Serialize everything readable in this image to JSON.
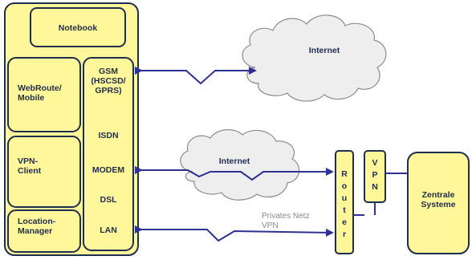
{
  "notebook": {
    "title": "Notebook",
    "modules": [
      "WebRoute/\nMobile",
      "VPN-\nClient",
      "Location-\nManager"
    ],
    "connections": [
      "GSM\n(HSCSD/\nGPRS)",
      "ISDN",
      "MODEM",
      "DSL",
      "LAN"
    ]
  },
  "clouds": {
    "top_label": "Internet",
    "middle_label": "Internet"
  },
  "private_network": {
    "label": "Privates Netz\nVPN"
  },
  "router": {
    "label": "Router"
  },
  "vpn": {
    "label": "VPN"
  },
  "central": {
    "label": "Zentrale\nSysteme"
  },
  "colors": {
    "box_fill": "#fff799",
    "box_stroke": "#1f2d4f",
    "arrow": "#2e3192",
    "cloud_fill": "#eeeeee"
  }
}
